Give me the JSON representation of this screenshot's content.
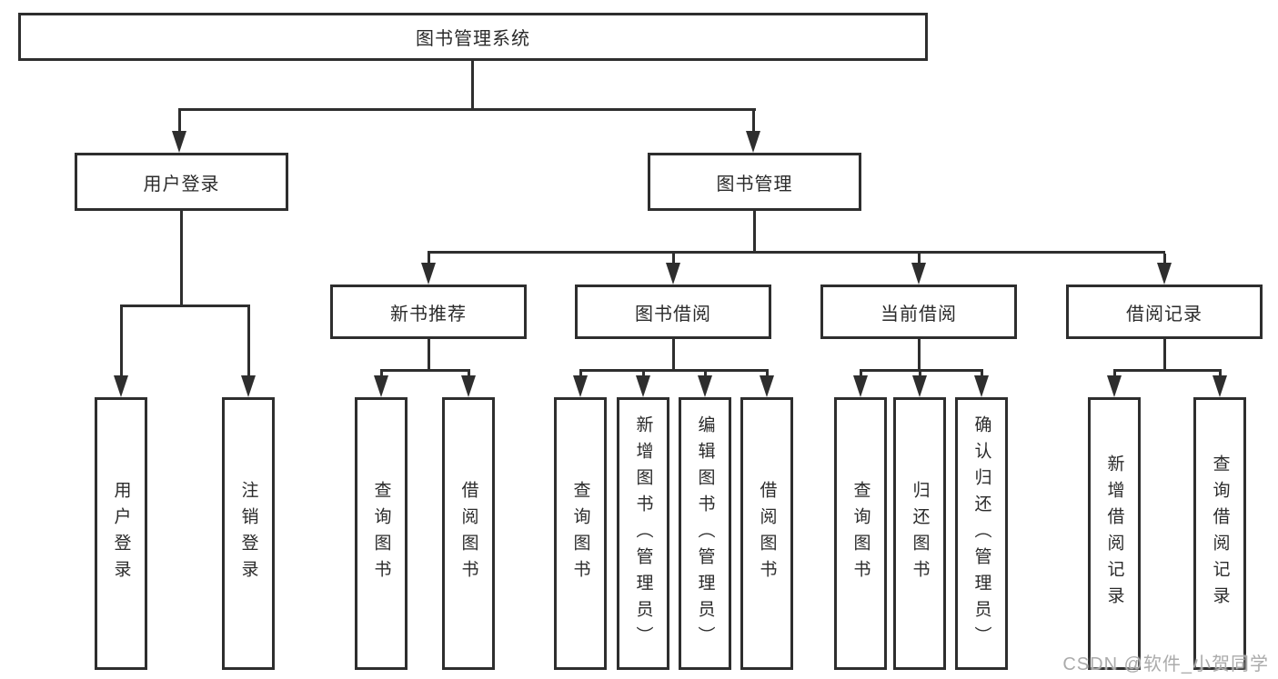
{
  "diagram": {
    "root": {
      "label": "图书管理系统"
    },
    "level2": [
      {
        "label": "用户登录"
      },
      {
        "label": "图书管理"
      }
    ],
    "level3": [
      {
        "label": "新书推荐"
      },
      {
        "label": "图书借阅"
      },
      {
        "label": "当前借阅"
      },
      {
        "label": "借阅记录"
      }
    ],
    "leaves": {
      "user_login": [
        "用户登录",
        "注销登录"
      ],
      "new_books": [
        "查询图书",
        "借阅图书"
      ],
      "book_borrow": [
        "查询图书",
        "新增图书（管理员）",
        "编辑图书（管理员）",
        "借阅图书"
      ],
      "current_borrow": [
        "查询图书",
        "归还图书",
        "确认归还（管理员）"
      ],
      "borrow_records": [
        "新增借阅记录",
        "查询借阅记录"
      ]
    }
  },
  "watermark": {
    "text": "CSDN @软件_小贺同学"
  },
  "colors": {
    "line": "#2e2e2e",
    "text": "#2b2b2b",
    "watermark": "#ababab",
    "background": "#ffffff"
  }
}
